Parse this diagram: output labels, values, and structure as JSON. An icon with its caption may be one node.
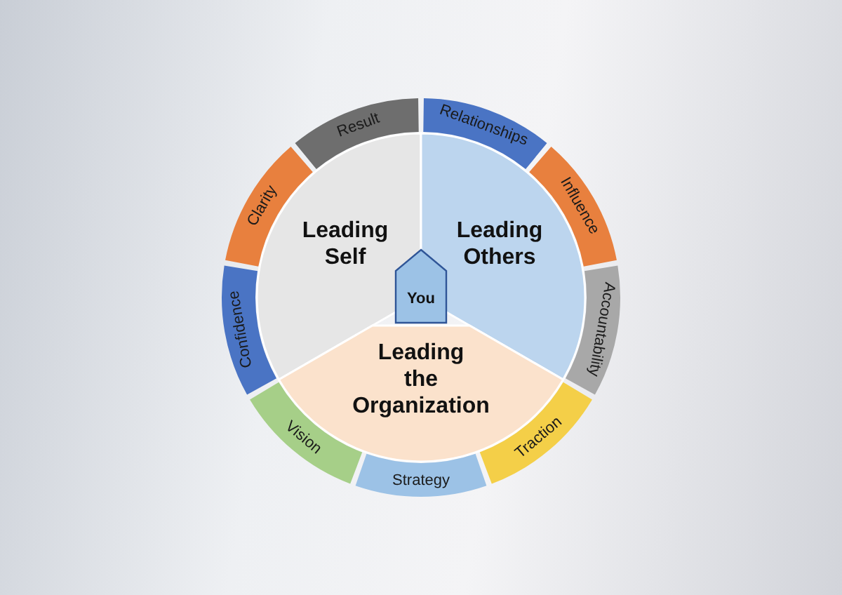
{
  "diagram": {
    "nodes": [
      {
        "text": [
          "Leading Self"
        ]
      },
      {
        "text": [
          "Leading Others"
        ]
      },
      {
        "text": [
          "Leading the Organization"
        ]
      },
      {
        "text": [
          "You"
        ]
      },
      {
        "text": [
          "Result"
        ]
      },
      {
        "text": [
          "Relationships"
        ]
      },
      {
        "text": [
          "Influence"
        ]
      },
      {
        "text": [
          "Accountability"
        ]
      },
      {
        "text": [
          "Traction"
        ]
      },
      {
        "text": [
          "Strategy"
        ]
      },
      {
        "text": [
          "Vision"
        ]
      },
      {
        "text": [
          "Confidence"
        ]
      },
      {
        "text": [
          "Clarity"
        ]
      }
    ]
  }
}
